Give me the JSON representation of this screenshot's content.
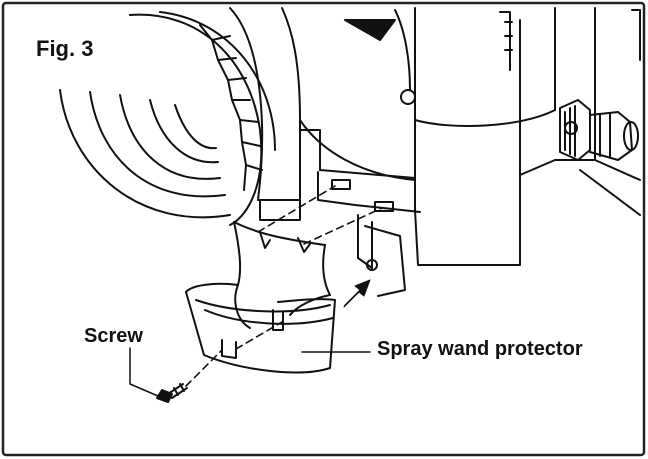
{
  "figure": {
    "label": "Fig. 3"
  },
  "callouts": {
    "screw": "Screw",
    "spray_wand_protector": "Spray wand protector"
  },
  "colors": {
    "ink": "#111111",
    "frame": "#222222",
    "background": "#ffffff"
  },
  "icons": [
    "arrow-icon"
  ]
}
